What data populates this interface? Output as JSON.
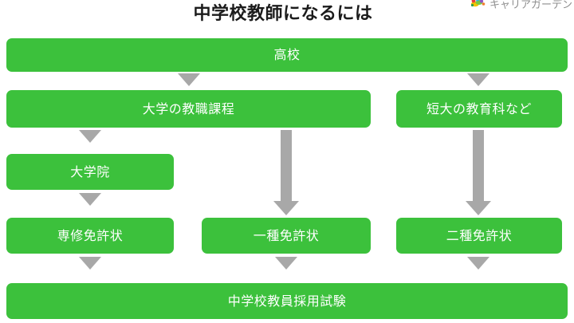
{
  "page": {
    "title": "中学校教師になるには",
    "background_color": "#ffffff",
    "node_color": "#3cc13c",
    "node_text_color": "#ffffff",
    "arrow_color": "#a8a8a8",
    "title_color": "#1b1b1b"
  },
  "logo": {
    "text": "キャリアガーデン",
    "icon": "leaf-logo-icon"
  },
  "flow": {
    "rows": [
      {
        "row_id": "row-1",
        "nodes": [
          {
            "id": "node-high-school",
            "label": "高校"
          }
        ]
      },
      {
        "row_id": "row-2",
        "nodes": [
          {
            "id": "node-university-teaching-course",
            "label": "大学の教職課程"
          },
          {
            "id": "node-junior-college-education-dept",
            "label": "短大の教育科など"
          }
        ]
      },
      {
        "row_id": "row-3",
        "nodes": [
          {
            "id": "node-graduate-school",
            "label": "大学院"
          }
        ]
      },
      {
        "row_id": "row-4",
        "nodes": [
          {
            "id": "node-specialized-license",
            "label": "専修免許状"
          },
          {
            "id": "node-type-one-license",
            "label": "一種免許状"
          },
          {
            "id": "node-type-two-license",
            "label": "二種免許状"
          }
        ]
      },
      {
        "row_id": "row-5",
        "nodes": [
          {
            "id": "node-teacher-employment-exam",
            "label": "中学校教員採用試験"
          }
        ]
      }
    ],
    "connectors": [
      {
        "id": "arrow-highschool-to-university",
        "type": "short-down"
      },
      {
        "id": "arrow-highschool-to-juniorcollege",
        "type": "short-down"
      },
      {
        "id": "arrow-university-to-graduateschool",
        "type": "short-down"
      },
      {
        "id": "arrow-university-to-typeone",
        "type": "long-down"
      },
      {
        "id": "arrow-juniorcollege-to-typetwo",
        "type": "long-down"
      },
      {
        "id": "arrow-graduateschool-to-specialized",
        "type": "short-down"
      },
      {
        "id": "arrow-specialized-to-exam",
        "type": "short-down"
      },
      {
        "id": "arrow-typeone-to-exam",
        "type": "short-down"
      },
      {
        "id": "arrow-typetwo-to-exam",
        "type": "short-down"
      }
    ]
  }
}
